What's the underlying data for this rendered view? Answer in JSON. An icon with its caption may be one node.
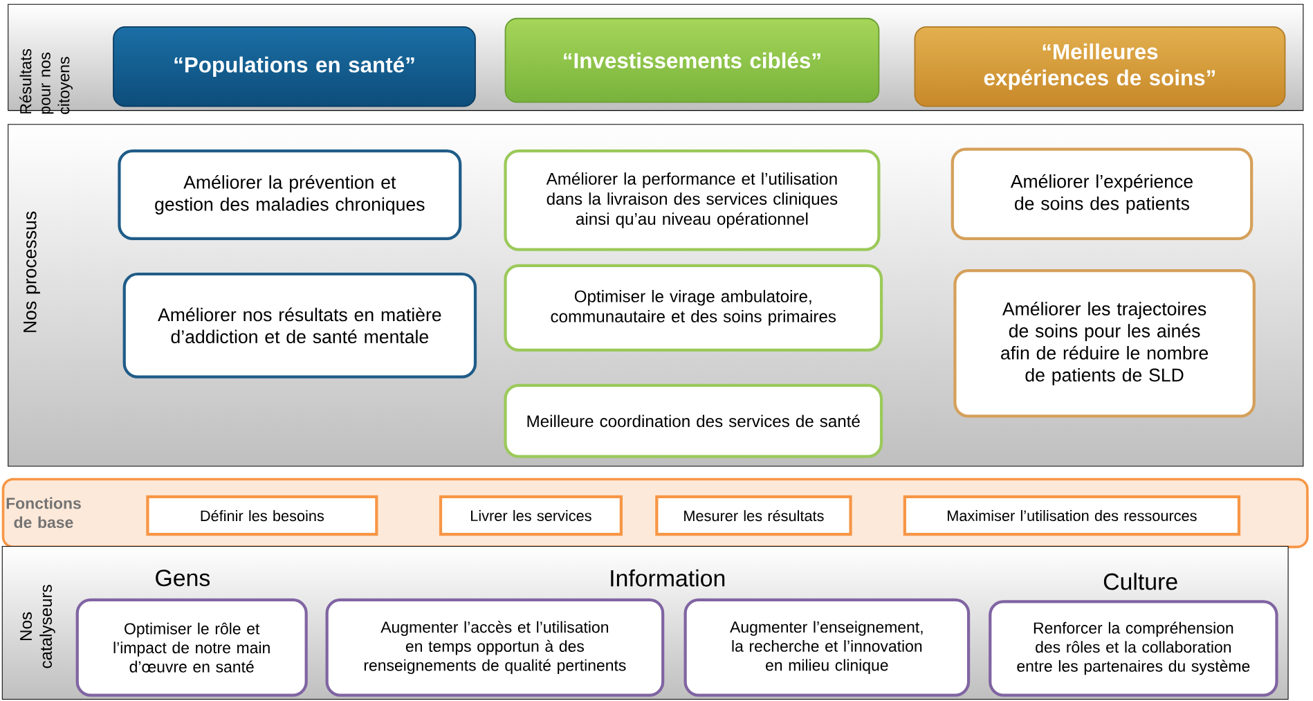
{
  "diagram": {
    "nodes": [
      {
        "text": [
          "Résultats pour nos citoyens"
        ]
      },
      {
        "text": [
          "“Populations en santé”"
        ],
        "in": 0
      },
      {
        "text": [
          "“Investissements ciblés”"
        ],
        "in": 0
      },
      {
        "text": [
          "“Meilleures expériences de soins”"
        ],
        "in": 0
      },
      {
        "text": [
          "Nos processus"
        ]
      },
      {
        "text": [
          "Améliorer la prévention et gestion des maladies chroniques"
        ],
        "in": 4
      },
      {
        "text": [
          "Améliorer la performance et l’utilisation dans la livraison des services cliniques ainsi qu’au niveau opérationnel"
        ],
        "in": 4
      },
      {
        "text": [
          "Améliorer l’expérience de soins des patients"
        ],
        "in": 4
      },
      {
        "text": [
          "Améliorer nos résultats en matière d’addiction et de santé mentale"
        ],
        "in": 4
      },
      {
        "text": [
          "Optimiser le virage ambulatoire, communautaire et des soins primaires"
        ],
        "in": 4
      },
      {
        "text": [
          "Améliorer les trajectoires de soins pour les ainés afin de réduire le nombre de patients de SLD"
        ],
        "in": 4
      },
      {
        "text": [
          "Meilleure coordination des services de santé"
        ],
        "in": 4
      },
      {
        "text": [
          "Fonctions de base"
        ]
      },
      {
        "text": [
          "Définir les besoins"
        ],
        "in": 12
      },
      {
        "text": [
          "Livrer les services"
        ],
        "in": 12
      },
      {
        "text": [
          "Mesurer les résultats"
        ],
        "in": 12
      },
      {
        "text": [
          "Maximiser l’utilisation des ressources"
        ],
        "in": 12
      },
      {
        "text": [
          "Nos catalyseurs"
        ]
      },
      {
        "text": [
          "Optimiser le rôle et l’impact de notre main d’œuvre en santé"
        ],
        "in": 17
      },
      {
        "text": [
          "Augmenter l’accès et l’utilisation en temps opportun à des renseignements de qualité pertinents"
        ],
        "in": 17
      },
      {
        "text": [
          "Augmenter l’enseignement, la recherche et l’innovation en milieu clinique"
        ],
        "in": 17
      },
      {
        "text": [
          "Renforcer la compréhension des rôles et la collaboration entre les partenaires du système"
        ],
        "in": 17
      }
    ],
    "labels": [
      "Gens",
      "Information",
      "Culture"
    ]
  }
}
